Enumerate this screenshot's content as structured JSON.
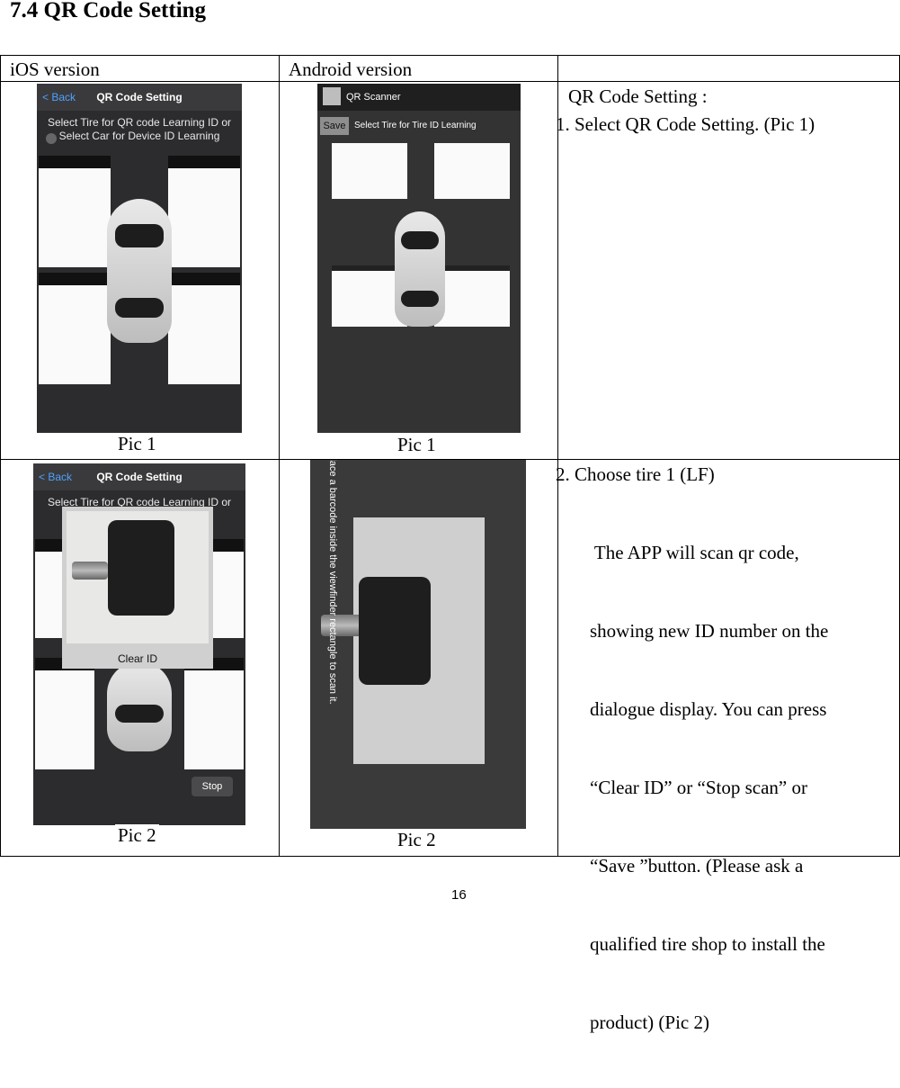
{
  "section_title": "7.4 QR Code Setting",
  "table": {
    "headers": {
      "ios": "iOS version",
      "android": "Android version",
      "description": ""
    },
    "row1": {
      "ios_caption": "Pic 1",
      "android_caption": "Pic 1",
      "desc_heading": "QR Code Setting :",
      "desc_step": "1.  Select QR Code Setting. (Pic 1)"
    },
    "row2": {
      "ios_caption": "Pic 2",
      "android_caption": "Pic 2",
      "desc_step": "2.  Choose tire 1 (LF)",
      "desc_body": [
        " The APP will scan qr code,",
        "showing new ID number on the",
        "dialogue display. You can press",
        "“Clear ID” or “Stop scan” or",
        "“Save ”button. (Please ask a",
        "qualified tire shop to install the",
        "product) (Pic 2)"
      ]
    }
  },
  "screens": {
    "ios_pic1": {
      "back": "< Back",
      "title": "QR Code Setting",
      "instruction_1": "Select Tire for QR code Learning ID or",
      "instruction_2": "Select Car for Device ID Learning"
    },
    "android_pic1": {
      "title": "QR Scanner",
      "save": "Save",
      "label": "Select Tire for Tire ID Learning"
    },
    "ios_pic2": {
      "back": "< Back",
      "title": "QR Code Setting",
      "instruction_1": "Select Tire for QR code Learning ID or",
      "clear": "Clear ID",
      "stop": "Stop"
    },
    "android_pic2": {
      "hint": "Place a barcode inside the viewfinder rectangle to scan it."
    }
  },
  "page_number": "16"
}
